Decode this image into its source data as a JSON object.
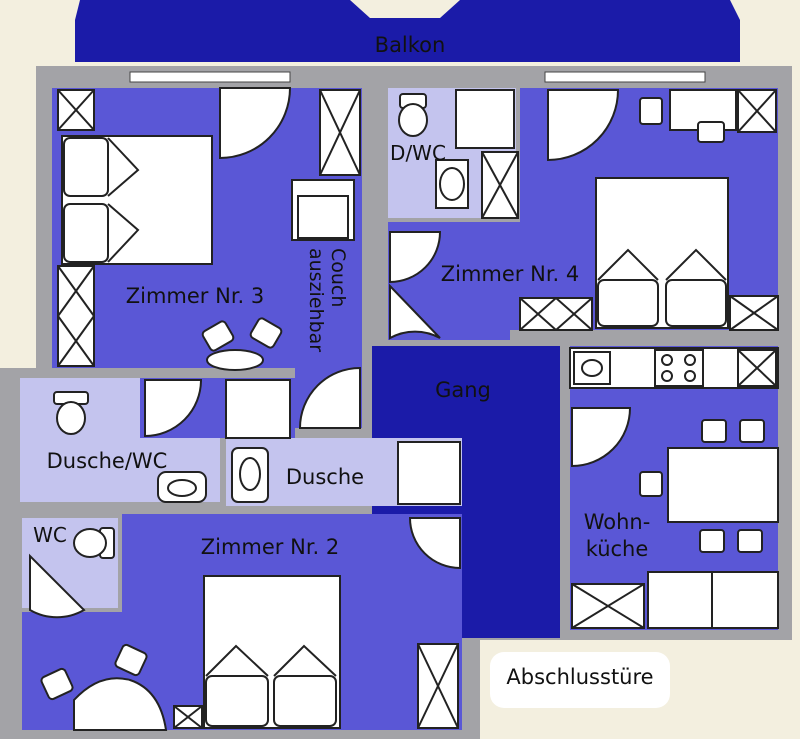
{
  "labels": {
    "balcony": "Balkon",
    "room3": "Zimmer Nr. 3",
    "couch_line1": "Couch",
    "couch_line2": "ausziehbar",
    "dwc": "D/WC",
    "room4": "Zimmer Nr. 4",
    "corridor": "Gang",
    "shower_wc": "Dusche/WC",
    "shower": "Dusche",
    "wc": "WC",
    "room2": "Zimmer Nr. 2",
    "kitchen_line1": "Wohn-",
    "kitchen_line2": "küche",
    "entrance_door": "Abschlusstüre"
  },
  "colors": {
    "room_fill": "#5a57d6",
    "bathroom_fill": "#c4c4ee",
    "balcony_corridor_fill": "#1b1ba8",
    "wall": "#a3a3a7",
    "background": "#f3efdf"
  },
  "icons": [
    "bed-icon",
    "toilet-icon",
    "sink-icon",
    "stove-icon",
    "door-swing-icon",
    "chair-icon",
    "wardrobe-icon"
  ]
}
